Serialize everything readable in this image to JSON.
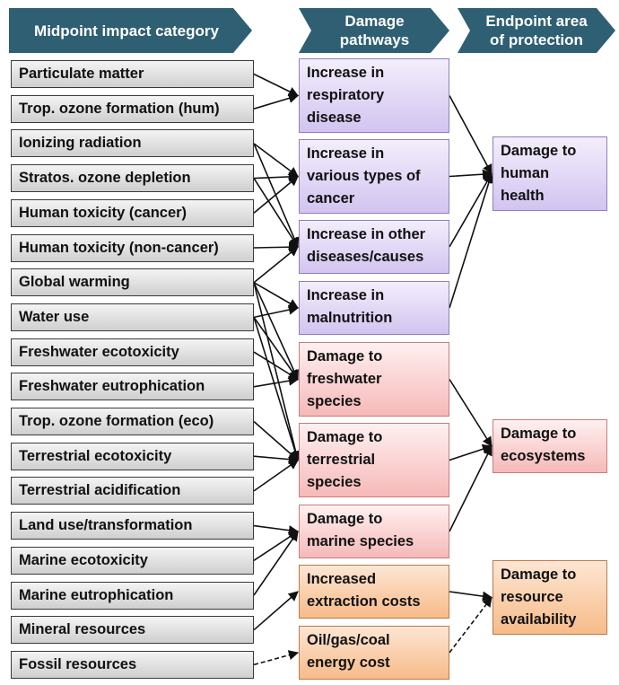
{
  "headers": {
    "midpoint": "Midpoint impact category",
    "damage": "Damage\npathways",
    "endpoint": "Endpoint area\nof protection"
  },
  "midpoints": [
    "Particulate matter",
    "Trop. ozone formation (hum)",
    "Ionizing radiation",
    "Stratos. ozone depletion",
    "Human toxicity (cancer)",
    "Human toxicity (non-cancer)",
    "Global warming",
    "Water use",
    "Freshwater ecotoxicity",
    "Freshwater eutrophication",
    "Trop. ozone formation (eco)",
    "Terrestrial ecotoxicity",
    "Terrestrial acidification",
    "Land use/transformation",
    "Marine ecotoxicity",
    "Marine eutrophication",
    "Mineral resources",
    "Fossil resources"
  ],
  "pathways": [
    {
      "label": "Increase in\nrespiratory\ndisease",
      "group": "human"
    },
    {
      "label": "Increase in\nvarious types of\ncancer",
      "group": "human"
    },
    {
      "label": "Increase in other\ndiseases/causes",
      "group": "human"
    },
    {
      "label": "Increase in\nmalnutrition",
      "group": "human"
    },
    {
      "label": "Damage to\nfreshwater\nspecies",
      "group": "eco"
    },
    {
      "label": "Damage to\nterrestrial\nspecies",
      "group": "eco"
    },
    {
      "label": "Damage to\nmarine species",
      "group": "eco"
    },
    {
      "label": "Increased\nextraction costs",
      "group": "res"
    },
    {
      "label": "Oil/gas/coal\nenergy cost",
      "group": "res"
    }
  ],
  "endpoints": [
    {
      "label": "Damage to\nhuman\nhealth",
      "group": "human"
    },
    {
      "label": "Damage to\necosystems",
      "group": "eco"
    },
    {
      "label": "Damage to\nresource\navailability",
      "group": "res"
    }
  ],
  "colors": {
    "header": "#2f5f73",
    "human": "#d2c4f0",
    "ecosystem": "#f6b9b9",
    "resource": "#f7bb89",
    "arrow": "#111111"
  },
  "links_mid_to_path": [
    [
      0,
      0
    ],
    [
      1,
      0
    ],
    [
      2,
      1
    ],
    [
      2,
      2
    ],
    [
      3,
      1
    ],
    [
      3,
      2
    ],
    [
      4,
      1
    ],
    [
      5,
      2
    ],
    [
      6,
      2
    ],
    [
      6,
      3
    ],
    [
      6,
      4
    ],
    [
      6,
      5
    ],
    [
      7,
      3
    ],
    [
      7,
      4
    ],
    [
      7,
      5
    ],
    [
      8,
      4
    ],
    [
      9,
      4
    ],
    [
      10,
      5
    ],
    [
      11,
      5
    ],
    [
      12,
      5
    ],
    [
      13,
      6
    ],
    [
      14,
      6
    ],
    [
      15,
      6
    ],
    [
      16,
      7
    ]
  ],
  "links_mid_to_path_dashed": [
    [
      17,
      8
    ]
  ],
  "links_path_to_end": [
    [
      0,
      0
    ],
    [
      1,
      0
    ],
    [
      2,
      0
    ],
    [
      3,
      0
    ],
    [
      4,
      1
    ],
    [
      5,
      1
    ],
    [
      6,
      1
    ],
    [
      7,
      2
    ]
  ],
  "links_path_to_end_dashed": [
    [
      8,
      2
    ]
  ]
}
